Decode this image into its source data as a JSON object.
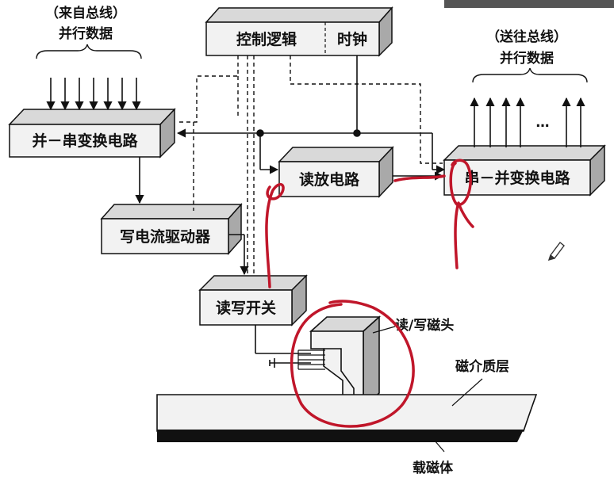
{
  "captions": {
    "from_bus_1": "（来自总线）",
    "from_bus_2": "并行数据",
    "to_bus_1": "（送往总线）",
    "to_bus_2": "并行数据",
    "ellipsis": "…",
    "rw_head": "读/写磁头",
    "medium_layer": "磁介质层",
    "substrate": "载磁体"
  },
  "blocks": {
    "control_logic": "控制逻辑",
    "clock": "时钟",
    "parallel_to_serial": "并－串变换电路",
    "read_amp": "读放电路",
    "serial_to_parallel": "串－并变换电路",
    "write_driver": "写电流驱动器",
    "rw_switch": "读写开关"
  },
  "colors": {
    "box_front": "#f2f2f2",
    "box_top": "#d9d9d9",
    "box_side": "#a9a9a9",
    "line": "#111111",
    "annotation": "#c0162a"
  }
}
